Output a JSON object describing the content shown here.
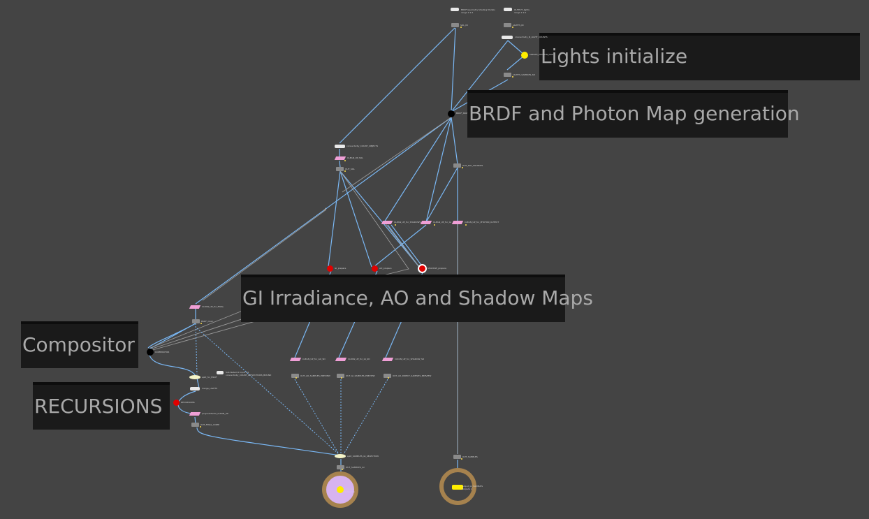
{
  "notes": {
    "lights": "Lights initialize",
    "brdf": "BRDF and Photon Map generation",
    "gi": "GI Irradiance, AO and Shadow Maps",
    "compositor": "Compositor",
    "recursions": "RECURSIONS"
  },
  "nodes": {
    "brdf_geometry": "BRDF Geometry Shading Models",
    "brdf_range": "range 1 9:1",
    "out_lights_top": "OUTPUT_lights",
    "out_lights_range": "range 1 9:1",
    "sol_in": "SOL_IN",
    "lights_in": "LIGHTS_IN",
    "count_lights": "connectivity_N_LIGHT_COUNTS",
    "cs_photon_map": "CREATE_PHOTON_MAP",
    "lights_samples": "LIGHTS_SAMPLES_SD",
    "brdf_map": "BRDF_MAP",
    "count_objects": "connectivity_COUNT_OBJECTS",
    "clean_up_sol": "CLEAN_UP_SOL",
    "out_sol": "OUT_SOL",
    "out_ray_sources": "OUT_RAY_SOURCES",
    "clean_up_shadows": "CLEAN_UP_for_SHADOWS",
    "clean_up_gi": "CLEAN_UP_for_GI",
    "clean_up_photon": "CLEAN_UP_for_PHOTON_OUTPUT",
    "gi_prepare": "GI_prepare",
    "ao_prepare": "AO_prepare",
    "shadow_prepare": "SHADOW_prepare",
    "clean_up_final": "CLEAN_UP_for_FINAL",
    "bsdf_calc": "BSDF_CALC",
    "compositor": "COMPOSITOR",
    "clean_up_ao_sd": "CLEAN_UP_for_AO_SD",
    "clean_up_gi_sd": "CLEAN_UP_for_GI_SD",
    "clean_up_shadow_sd": "CLEAN_UP_for_SHADOW_SD",
    "out_ao_samples": "OUT_AO_SAMPLES_PREVIEW",
    "out_gi_samples": "OUT_GI_SAMPLES_PREVIEW",
    "out_ao_direct": "OUT_AO_DIRECT_SAMPLES_PREVIEW",
    "split_final": "split_for_BSDF",
    "network_input": "Sub-Network Input #1",
    "count_reflections": "connectivity_COUNT_REFLECTIONS_BOUND",
    "merge_lights": "merge_LIGHTS",
    "recursions_node": "RECURSIONS",
    "count_recursions": "polysubdivide_CLEAN_UP",
    "out_final_comp": "OUT_FINAL_COMP",
    "split_samples": "split_SAMPLES_GI_SELECTION",
    "out_samples_gi": "OUT_SAMPLES_GI",
    "out_samples": "OUT_SAMPLES",
    "output_left": "output0",
    "output_left_sub": "Outputs 1",
    "output_right": "output_GI_SAMPLES",
    "output_right_sub": "Outputs 1"
  },
  "colors": {
    "background": "#444444",
    "wire": "#7ab8f5",
    "wire_gray": "#9a9a9a",
    "note_bg": "#1a1a1a",
    "note_text": "#a9a9a9",
    "pink_node": "#ef9fd6",
    "red_node": "#e00000",
    "yellow_node": "#ffee00",
    "output_ring": "#a6824e",
    "output_fill": "#d7b3f0"
  }
}
